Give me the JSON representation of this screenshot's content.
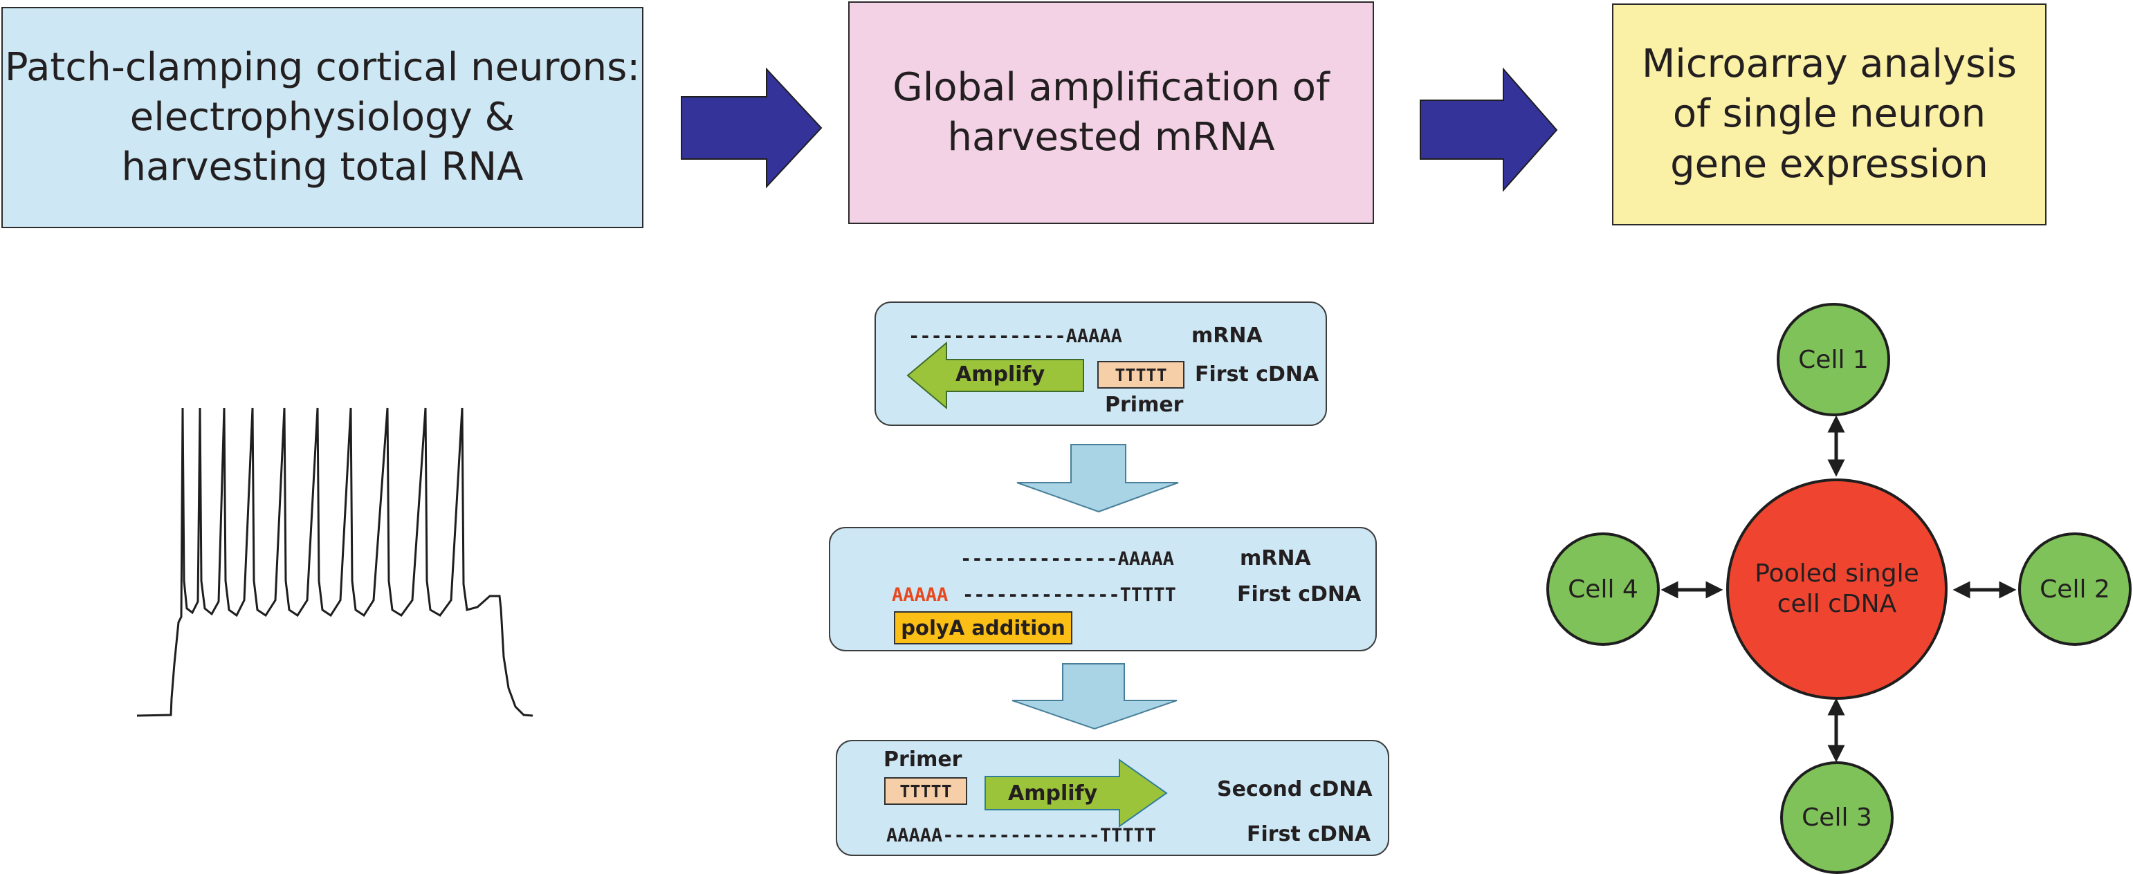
{
  "colors": {
    "box_blue": "#cde8f4",
    "box_pink": "#f2d2e4",
    "box_yellow": "#faf1a6",
    "flow_arrow": "#333399",
    "down_arrow": "#a8d4e6",
    "amplify_arrow": "#9cc43a",
    "primer_box": "#f6cfa9",
    "polya_box": "#fbbf16",
    "polya_text_red": "#e8481f",
    "cell_green": "#80c25a",
    "pool_red": "#ef4530"
  },
  "steps": [
    {
      "line1": "Patch-clamping cortical neurons:",
      "line2": "electrophysiology &",
      "line3": "harvesting total RNA"
    },
    {
      "line1": "Global amplification of",
      "line2": "harvested mRNA"
    },
    {
      "line1": "Microarray analysis",
      "line2": "of single neuron",
      "line3": "gene expression"
    }
  ],
  "panel1": {
    "mrna_seq": "--------------AAAAA",
    "mrna_label": "mRNA",
    "amplify": "Amplify",
    "primer_seq": "TTTTT",
    "first_cdna_label": "First cDNA",
    "primer_label": "Primer"
  },
  "panel2": {
    "mrna_seq": "--------------AAAAA",
    "mrna_label": "mRNA",
    "polya_seq": "AAAAA",
    "cdna_seq": "--------------TTTTT",
    "first_cdna_label": "First cDNA",
    "polya_label": "polyA addition"
  },
  "panel3": {
    "primer_label": "Primer",
    "primer_seq": "TTTTT",
    "amplify": "Amplify",
    "second_cdna_label": "Second cDNA",
    "first_cdna_seq": "AAAAA--------------TTTTT",
    "first_cdna_label": "First cDNA"
  },
  "pool": {
    "line1": "Pooled single",
    "line2": "cell cDNA"
  },
  "cells": [
    "Cell 1",
    "Cell 2",
    "Cell 3",
    "Cell 4"
  ],
  "icons": [
    "flow-arrow",
    "down-arrow",
    "amplify-arrow",
    "double-arrow",
    "action-potential-trace"
  ]
}
